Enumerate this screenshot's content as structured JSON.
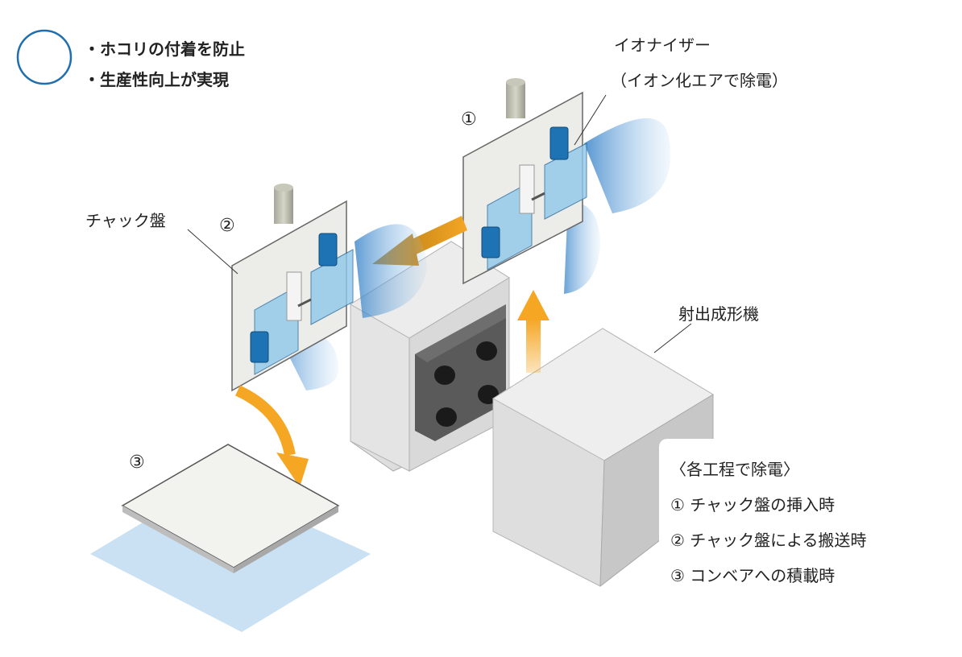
{
  "bullets": [
    "ホコリの付着を防止",
    "生産性向上が実現"
  ],
  "labels": {
    "ionizer": "イオナイザー",
    "ionizer_sub": "（イオン化エアで除電）",
    "chuck": "チャック盤",
    "machine": "射出成形機"
  },
  "steps_marks": [
    "①",
    "②",
    "③"
  ],
  "legend": {
    "title": "〈各工程で除電〉",
    "items": [
      "① チャック盤の挿入時",
      "② チャック盤による搬送時",
      "③ コンベアへの積載時"
    ]
  },
  "colors": {
    "accent_blue": "#1f6fb0",
    "arrow_orange": "#f5a623",
    "ion_blue": "#5aa4dc",
    "panel": "#ededea",
    "machine_grey": "#dcdcdc"
  }
}
